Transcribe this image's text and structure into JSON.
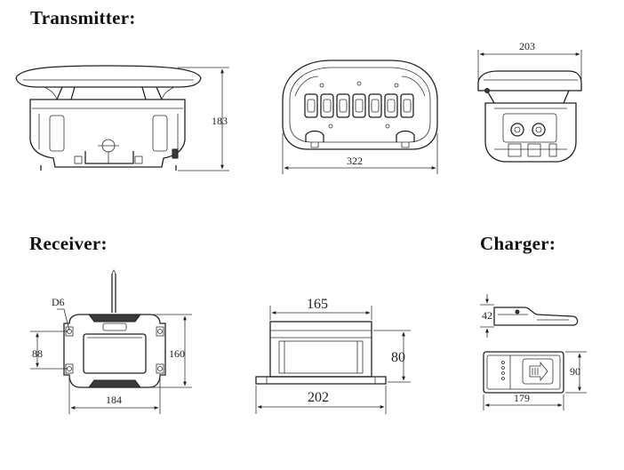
{
  "sections": {
    "transmitter": "Transmitter:",
    "receiver": "Receiver:",
    "charger": "Charger:"
  },
  "dimensions": {
    "transmitter_height": "183",
    "transmitter_width": "322",
    "transmitter_depth": "203",
    "receiver_hole": "D6",
    "receiver_hole_spacing": "88",
    "receiver_height": "160",
    "receiver_width": "184",
    "receiver_top_width": "165",
    "receiver_side_height": "80",
    "receiver_base_width": "202",
    "charger_height": "42",
    "charger_depth": "90",
    "charger_width": "179"
  }
}
